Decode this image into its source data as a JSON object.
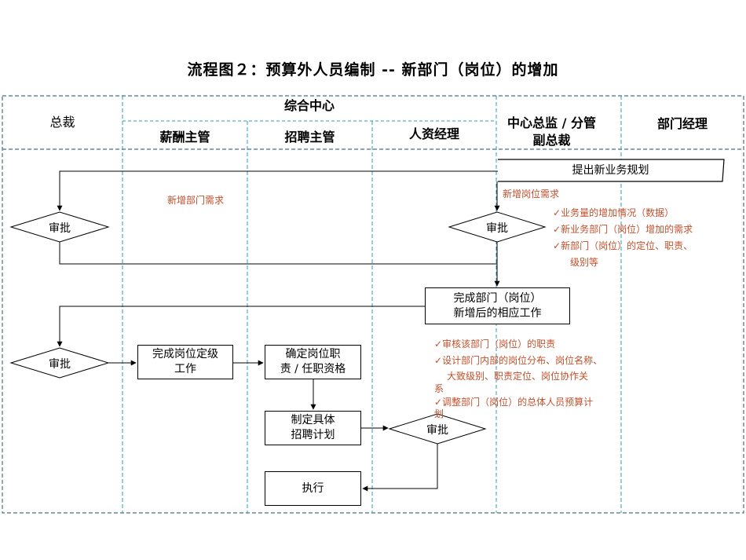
{
  "title": "流程图２：预算外人员编制  --  新部门（岗位）的增加",
  "lanes": {
    "president": "总裁",
    "center": "综合中心",
    "salary": "薪酬主管",
    "recruit": "招聘主管",
    "hr_manager": "人资经理",
    "director": "中心总监 / 分管副总裁",
    "dept_manager": "部门经理"
  },
  "nodes": {
    "plan": "提出新业务规划",
    "approve1": "审批",
    "approve2": "审批",
    "complete_work": "完成部门（岗位）\n新增后的相应工作",
    "approve3": "审批",
    "grade": "完成岗位定级\n工作",
    "duties": "确定岗位职\n责 / 任职资格",
    "plan_hire": "制定具体\n招聘计划",
    "approve4": "审批",
    "execute": "执行"
  },
  "annotations": {
    "new_dept_demand": "新增部门需求",
    "new_post_demand": "新增岗位需求",
    "list1": [
      "业务量的增加情况（数据）",
      "新业务部门（岗位）增加的需求",
      "新部门（岗位）的定位、职责、",
      "级别等"
    ],
    "list2": [
      "审核该部门（岗位）的职责",
      "设计部门内部的岗位分布、岗位名称、",
      "大致级别、职责定位、岗位协作关",
      "系",
      "调整部门（岗位）的总体人员预算计",
      "划"
    ]
  },
  "colors": {
    "lane_border": "#4a6f86",
    "lane_divider": "#2f9fb0",
    "annotation": "#c0502c"
  }
}
